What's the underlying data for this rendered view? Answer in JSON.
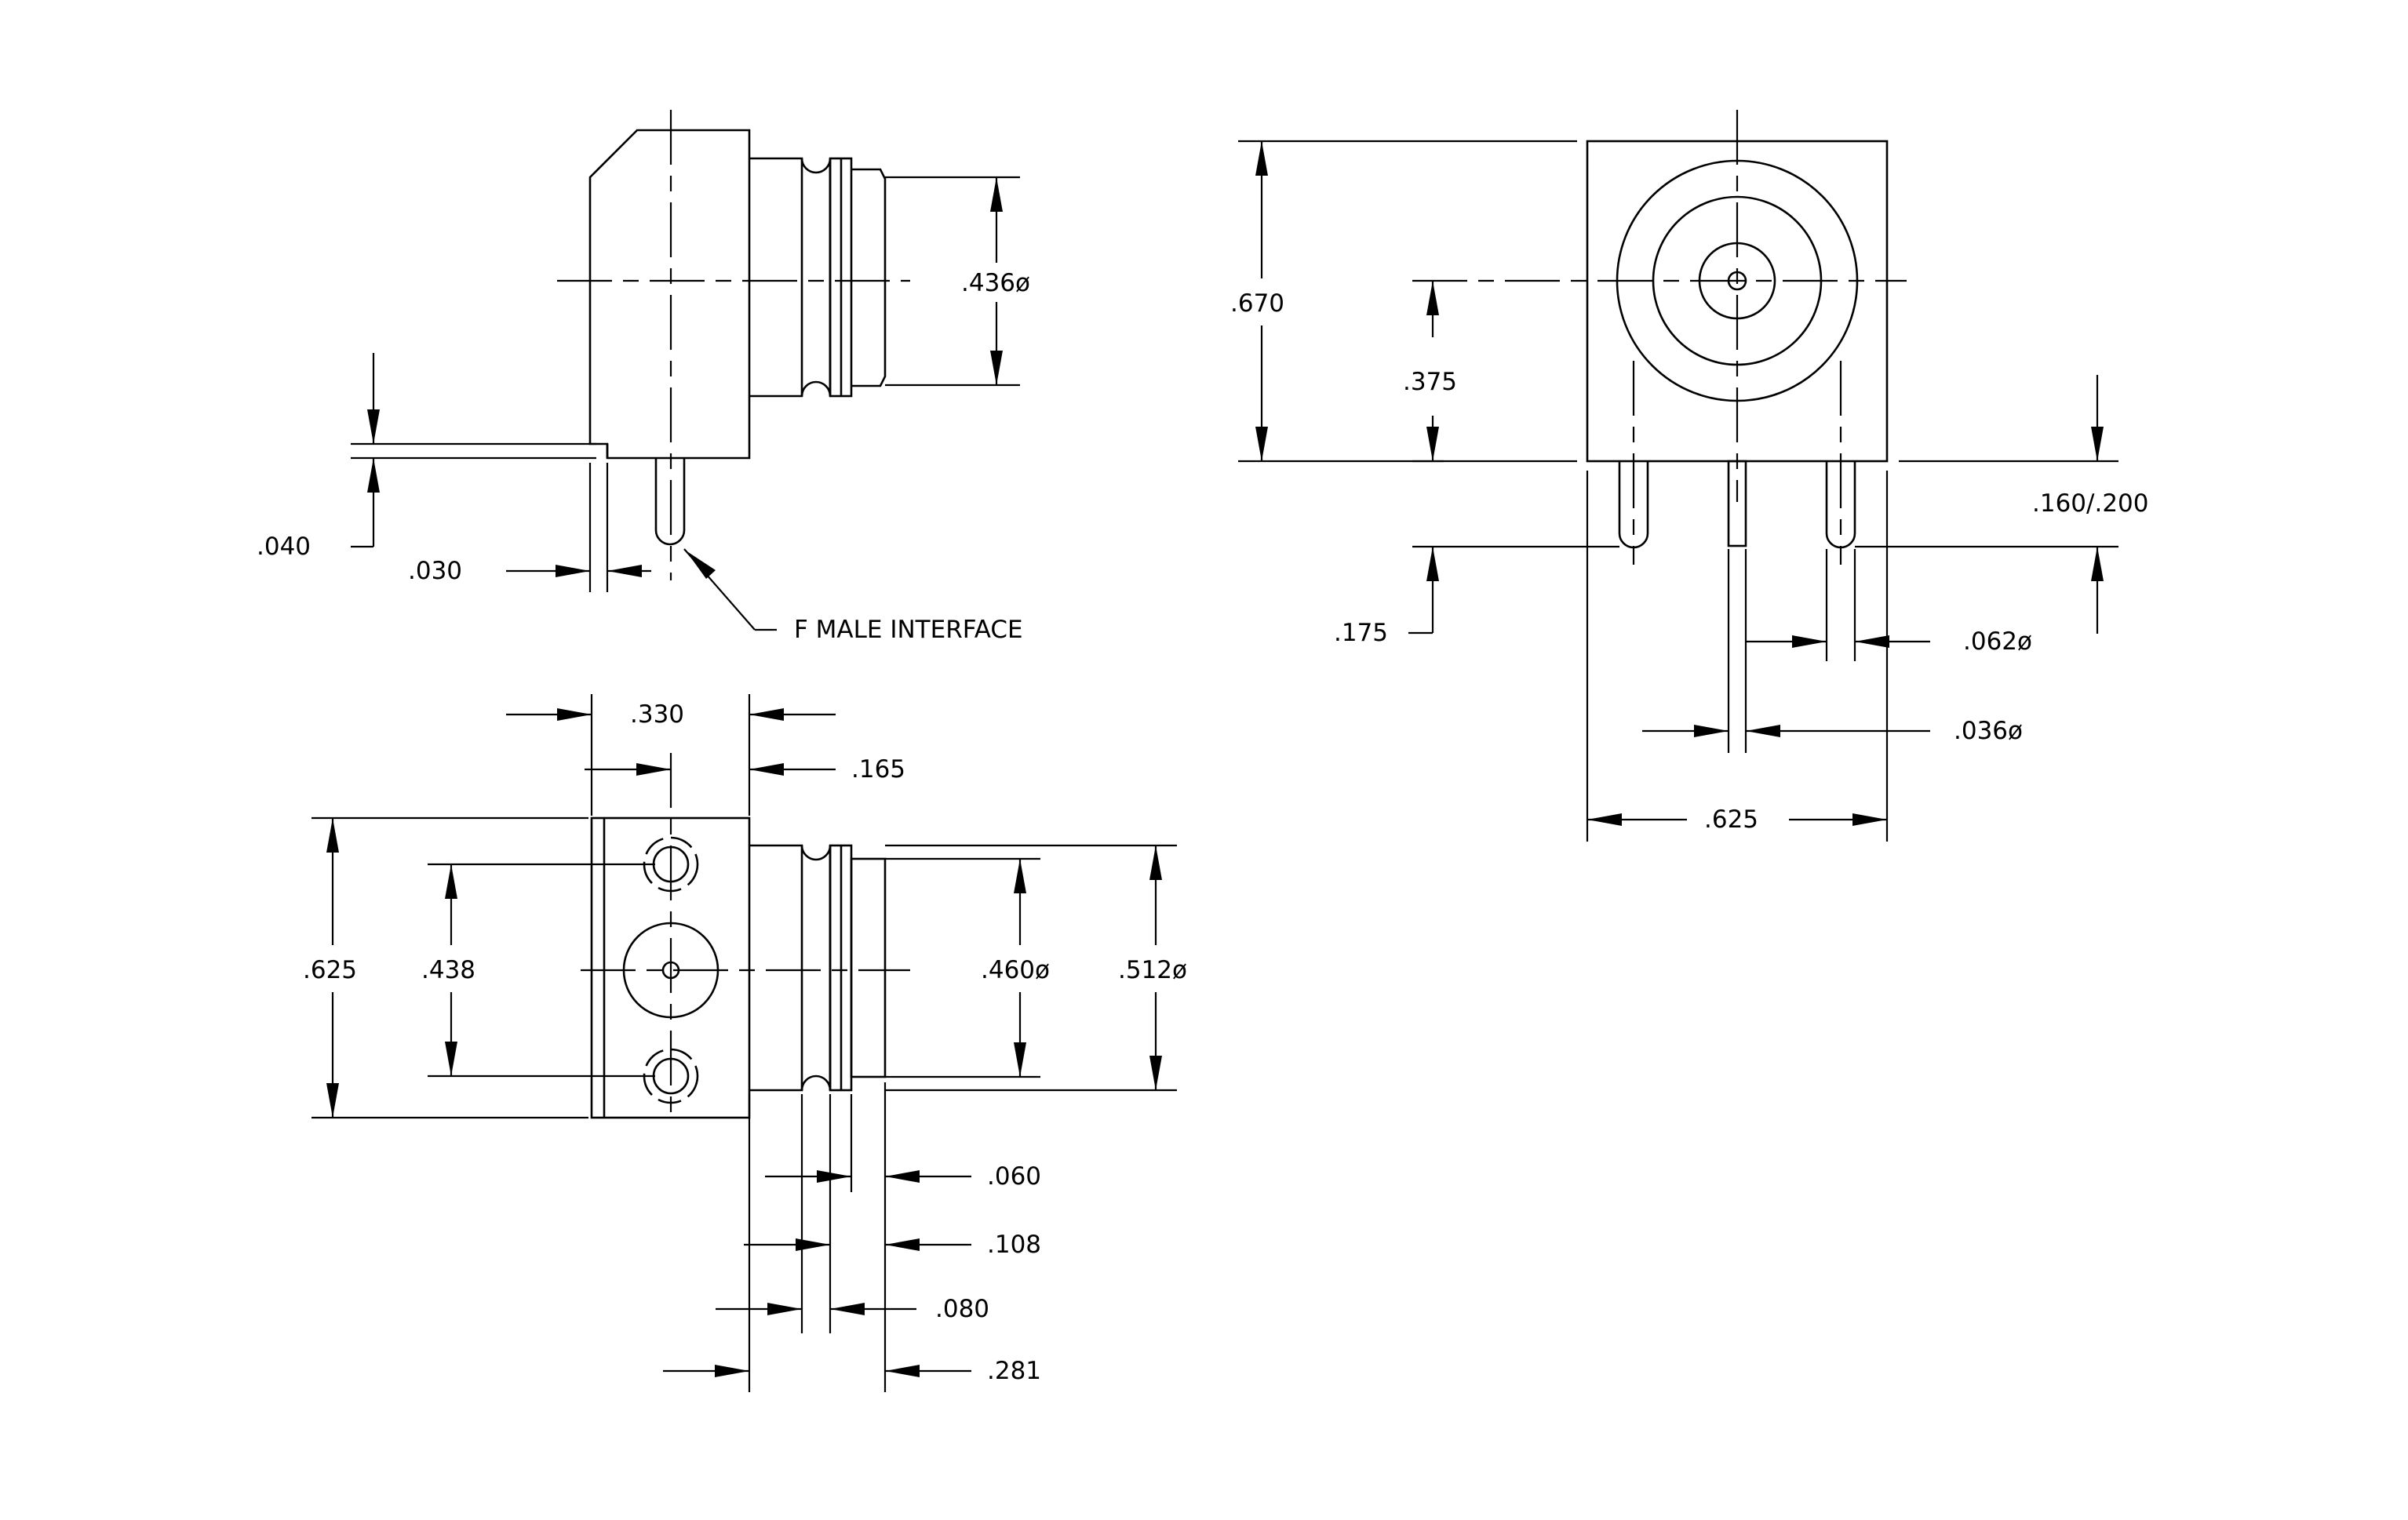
{
  "drawing": {
    "annotation": "F MALE INTERFACE",
    "side_view": {
      "dims": {
        "d436": ".436ø",
        "d040": ".040",
        "d030": ".030"
      }
    },
    "bottom_view": {
      "dims": {
        "d330": ".330",
        "d165": ".165",
        "d625": ".625",
        "d438": ".438",
        "d460": ".460ø",
        "d512": ".512ø",
        "d060": ".060",
        "d108": ".108",
        "d080": ".080",
        "d281": ".281"
      }
    },
    "front_view": {
      "dims": {
        "d670": ".670",
        "d375": ".375",
        "d160": ".160/.200",
        "d175": ".175",
        "d062": ".062ø",
        "d036": ".036ø",
        "d625": ".625"
      }
    }
  }
}
